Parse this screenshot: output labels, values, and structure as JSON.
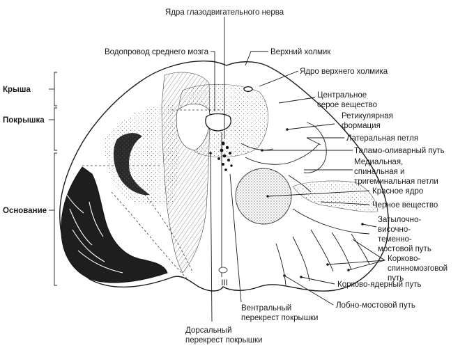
{
  "sections": {
    "roof": "Крыша",
    "tegmentum": "Покрышка",
    "base": "Основание"
  },
  "labels": {
    "oculomotor_nuclei": "Ядра глазодвигательного нерва",
    "aqueduct": "Водопровод среднего мозга",
    "superior_colliculus": "Верхний холмик",
    "superior_colliculus_nucleus": "Ядро верхнего холмика",
    "central_gray_1": "Центральное",
    "central_gray_2": "серое вещество",
    "reticular_1": "Ретикулярная",
    "reticular_2": "формация",
    "lateral_lemniscus": "Латеральная петля",
    "thalamo_olivary": "Таламо-оливарный путь",
    "medial_1": "Медиальная,",
    "medial_2": "спинальная и",
    "medial_3": "тригеминальная петли",
    "red_nucleus": "Красное ядро",
    "substantia_nigra": "Черное вещество",
    "occipito_1": "Затылочно-",
    "occipito_2": "височно-",
    "occipito_3": "теменно-",
    "occipito_4": "мостовой путь",
    "corticospinal_1": "Корково-",
    "corticospinal_2": "спинномозговой",
    "corticospinal_3": "путь",
    "corticonuclear": "Корково-ядерный путь",
    "frontopontine": "Лобно-мостовой путь",
    "ventral_1": "Вентральный",
    "ventral_2": "перекрест покрышки",
    "dorsal_1": "Дорсальный",
    "dorsal_2": "перекрест покрышки",
    "nerve_numeral": "III"
  }
}
